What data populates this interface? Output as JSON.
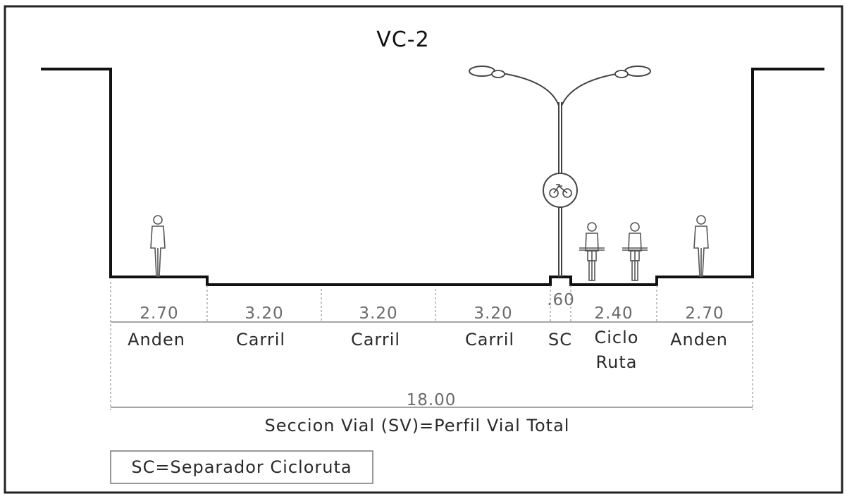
{
  "title": "VC-2",
  "segments": [
    {
      "width": "2.70",
      "label": "Anden"
    },
    {
      "width": "3.20",
      "label": "Carril"
    },
    {
      "width": "3.20",
      "label": "Carril"
    },
    {
      "width": "3.20",
      "label": "Carril"
    },
    {
      "width": ".60",
      "label": "SC"
    },
    {
      "width": "2.40",
      "label": "Ciclo",
      "label2": "Ruta"
    },
    {
      "width": "2.70",
      "label": "Anden"
    }
  ],
  "total": {
    "value": "18.00",
    "label": "Seccion Vial (SV)=Perfil Vial Total"
  },
  "legend": "SC=Separador Cicloruta",
  "icons": [
    "street-lamp-icon",
    "bicycle-sign-icon",
    "pedestrian-icon",
    "cyclist-icon"
  ]
}
